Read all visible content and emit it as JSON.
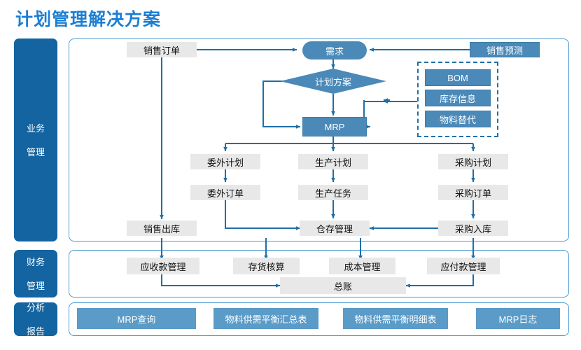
{
  "title": "计划管理解决方案",
  "colors": {
    "title_blue": "#1b7fd4",
    "sidebar_blue": "#1364a0",
    "node_blue": "#4a89b8",
    "node_gray": "#e8e8e8",
    "panel_border": "#4a9ad4",
    "connector": "#1f6fa8",
    "dashed_border": "#1f6fa8"
  },
  "sidebar": {
    "items": [
      {
        "id": "business",
        "line1": "业务",
        "line2": "管理"
      },
      {
        "id": "finance",
        "line1": "财务",
        "line2": "管理"
      },
      {
        "id": "analysis",
        "line1": "分析",
        "line2": "报告"
      }
    ]
  },
  "business_panel": {
    "nodes": {
      "sales_order": "销售订单",
      "demand": "需求",
      "sales_forecast": "销售预测",
      "plan_scheme": "计划方案",
      "mrp": "MRP",
      "bom": "BOM",
      "inventory_info": "库存信息",
      "material_sub": "物料替代",
      "outsource_plan": "委外计划",
      "outsource_order": "委外订单",
      "production_plan": "生产计划",
      "production_task": "生产任务",
      "purchase_plan": "采购计划",
      "purchase_order": "采购订单",
      "purchase_inbound": "采购入库",
      "sales_outbound": "销售出库",
      "warehouse_mgmt": "仓存管理"
    }
  },
  "finance_panel": {
    "nodes": {
      "receivable": "应收款管理",
      "inventory_acct": "存货核算",
      "cost_mgmt": "成本管理",
      "payable": "应付款管理",
      "general_ledger": "总账"
    }
  },
  "analysis_panel": {
    "nodes": {
      "mrp_query": "MRP查询",
      "supply_summary": "物料供需平衡汇总表",
      "supply_detail": "物料供需平衡明细表",
      "mrp_log": "MRP日志"
    }
  }
}
